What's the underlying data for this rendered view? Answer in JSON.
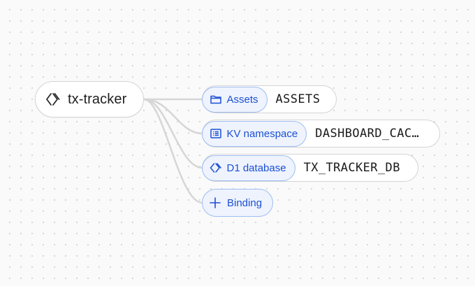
{
  "worker": {
    "name": "tx-tracker",
    "icon": "worker-chevrons-icon"
  },
  "bindings": [
    {
      "type_label": "Assets",
      "name": "ASSETS",
      "icon": "folder-icon"
    },
    {
      "type_label": "KV namespace",
      "name": "DASHBOARD_CACHE",
      "icon": "list-icon"
    },
    {
      "type_label": "D1 database",
      "name": "TX_TRACKER_DB",
      "icon": "database-chevrons-icon"
    }
  ],
  "add_binding": {
    "label": "Binding",
    "icon": "plus-icon"
  },
  "colors": {
    "accent": "#1c4fd4",
    "accent_bg": "#eef3fd",
    "accent_border": "#9fbdf2",
    "connector": "#d6d6d6"
  }
}
